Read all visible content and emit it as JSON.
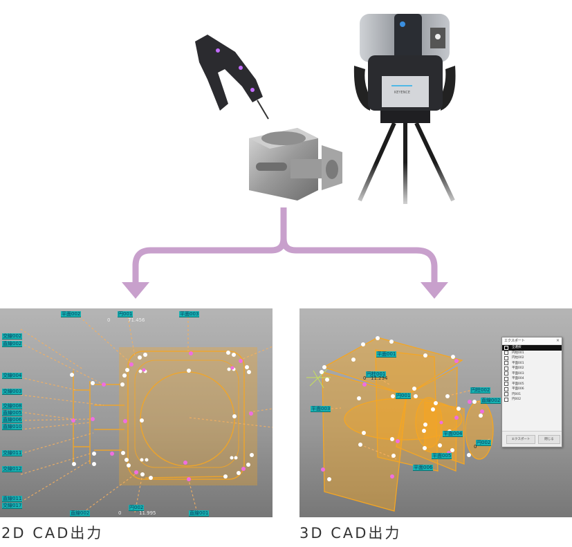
{
  "hero": {
    "brand_label": "KEYENCE",
    "items": [
      "handheld-probe",
      "machined-part",
      "tracker-head-on-tripod"
    ]
  },
  "flow": {
    "arrow_color": "#c8a0cc"
  },
  "panels": {
    "cad2d": {
      "caption": "2D CAD出力",
      "tags_top": [
        "平面002",
        "円001",
        "平面003"
      ],
      "tags_left": [
        "交線002",
        "直線002",
        "交線004",
        "交線003",
        "交線008",
        "直線005",
        "直線006",
        "直線010",
        "交線011",
        "交線012",
        "直線011",
        "交線017"
      ],
      "tags_bottom": [
        "直線002",
        "円002",
        "直線001"
      ],
      "values": [
        "0",
        "71.456",
        "0",
        "11.995"
      ]
    },
    "cad3d": {
      "caption": "3D CAD出力",
      "tags": [
        "平面001",
        "円柱001",
        "円001",
        "平面003",
        "円柱002",
        "直線002",
        "平面004",
        "円002",
        "平面005",
        "平面006"
      ],
      "values": [
        "0",
        "11.234",
        "0"
      ],
      "dialog": {
        "title": "エクスポート",
        "close": "×",
        "items": [
          {
            "label": "全選択",
            "selected": true
          },
          {
            "label": "円柱001",
            "selected": false
          },
          {
            "label": "円柱002",
            "selected": false
          },
          {
            "label": "平面001",
            "selected": false
          },
          {
            "label": "平面002",
            "selected": false
          },
          {
            "label": "平面003",
            "selected": false
          },
          {
            "label": "平面004",
            "selected": false
          },
          {
            "label": "平面005",
            "selected": false
          },
          {
            "label": "平面006",
            "selected": false
          },
          {
            "label": "円001",
            "selected": false
          },
          {
            "label": "円002",
            "selected": false
          }
        ],
        "export_button": "エクスポート",
        "close_button": "閉じる"
      }
    }
  },
  "colors": {
    "cad_orange": "#f5a623",
    "tag_cyan": "#17b3b3",
    "point_pink": "#f06ee0",
    "point_white": "#ffffff"
  }
}
